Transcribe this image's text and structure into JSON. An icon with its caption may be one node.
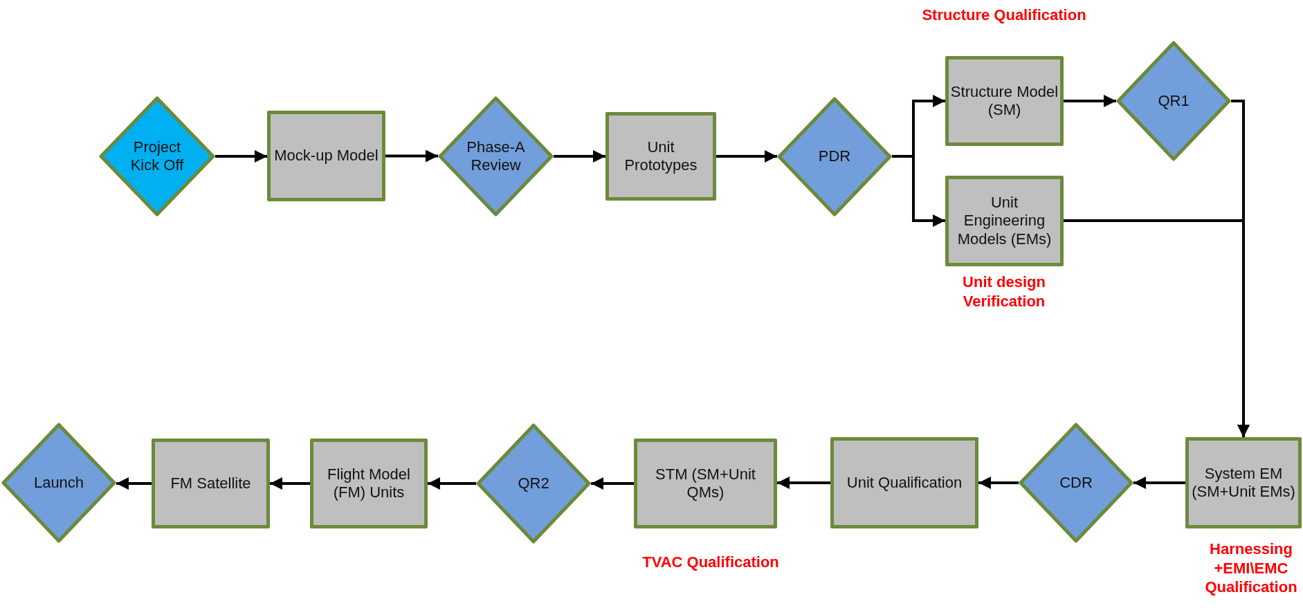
{
  "diagram": {
    "nodes": [
      {
        "text": [
          "Project Kick Off"
        ]
      },
      {
        "text": [
          "Mock-up Model"
        ]
      },
      {
        "text": [
          "Phase-A Review"
        ]
      },
      {
        "text": [
          "Unit Prototypes"
        ]
      },
      {
        "text": [
          "PDR"
        ]
      },
      {
        "text": [
          "Structure Model (SM)"
        ],
        "beside": [
          "Structure Qualification"
        ]
      },
      {
        "text": [
          "QR1"
        ]
      },
      {
        "text": [
          "Unit Engineering Models (EMs)"
        ],
        "beside": [
          "Unit design Verification"
        ]
      },
      {
        "text": [
          "System EM (SM+Unit EMs)"
        ],
        "beside": [
          "Harnessing +EMI\\EMC Qualification"
        ]
      },
      {
        "text": [
          "CDR"
        ]
      },
      {
        "text": [
          "Unit Qualification"
        ]
      },
      {
        "text": [
          "STM (SM+Unit QMs)"
        ],
        "beside": [
          "TVAC Qualification"
        ]
      },
      {
        "text": [
          "QR2"
        ]
      },
      {
        "text": [
          "Flight Model (FM) Units"
        ]
      },
      {
        "text": [
          "FM Satellite"
        ]
      },
      {
        "text": [
          "Launch"
        ]
      }
    ],
    "edges": [
      {
        "from": 0,
        "to": 1,
        "arrow": "to"
      },
      {
        "from": 1,
        "to": 2,
        "arrow": "to"
      },
      {
        "from": 2,
        "to": 3,
        "arrow": "to"
      },
      {
        "from": 3,
        "to": 4,
        "arrow": "to"
      },
      {
        "from": 4,
        "to": 5,
        "arrow": "to"
      },
      {
        "from": 4,
        "to": 7,
        "arrow": "to"
      },
      {
        "from": 5,
        "to": 6,
        "arrow": "to"
      },
      {
        "from": 6,
        "to": 8,
        "arrow": "to"
      },
      {
        "from": 7,
        "to": 8,
        "arrow": "to"
      },
      {
        "from": 8,
        "to": 9,
        "arrow": "to"
      },
      {
        "from": 9,
        "to": 10,
        "arrow": "to"
      },
      {
        "from": 10,
        "to": 11,
        "arrow": "to"
      },
      {
        "from": 11,
        "to": 12,
        "arrow": "to"
      },
      {
        "from": 12,
        "to": 13,
        "arrow": "to"
      },
      {
        "from": 13,
        "to": 14,
        "arrow": "to"
      },
      {
        "from": 14,
        "to": 15,
        "arrow": "to"
      }
    ]
  }
}
